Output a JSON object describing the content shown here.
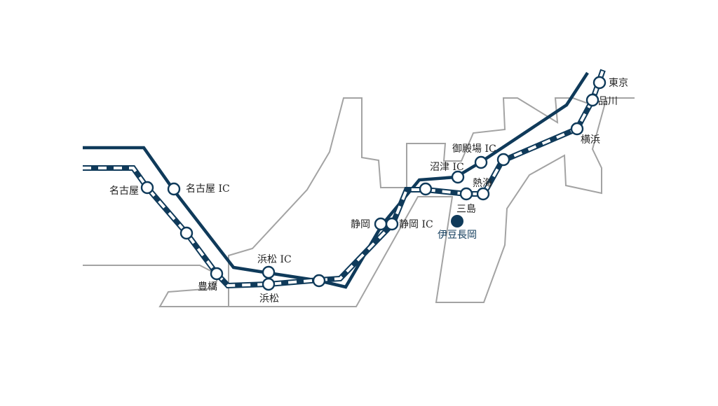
{
  "colors": {
    "route": "#0f3a5a",
    "coastline": "#a3a3a3",
    "background": "#ffffff"
  },
  "legend_labels": {
    "expressway": "",
    "railway": ""
  },
  "stations": {
    "nagoya": "名古屋",
    "nagoya_ic": "名古屋 IC",
    "toyohashi": "豊橋",
    "hamamatsu_ic": "浜松 IC",
    "hamamatsu": "浜松",
    "shizuoka": "静岡",
    "shizuoka_ic": "静岡 IC",
    "numazu_ic": "沼津 IC",
    "gotemba_ic": "御殿場 IC",
    "atami": "熱海",
    "mishima": "三島",
    "yokohama": "横浜",
    "shinagawa": "品川",
    "tokyo": "東京"
  },
  "destination": {
    "name": "伊豆長岡"
  }
}
